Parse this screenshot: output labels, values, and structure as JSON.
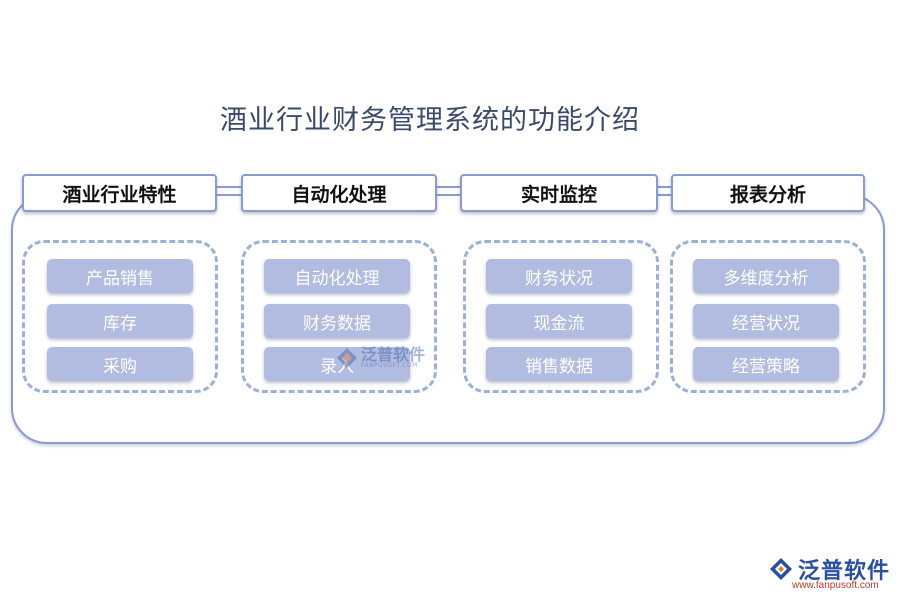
{
  "title": "酒业行业财务管理系统的功能介绍",
  "columns": [
    {
      "header": "酒业行业特性",
      "items": [
        "产品销售",
        "库存",
        "采购"
      ]
    },
    {
      "header": "自动化处理",
      "items": [
        "自动化处理",
        "财务数据",
        "录入"
      ]
    },
    {
      "header": "实时监控",
      "items": [
        "财务状况",
        "现金流",
        "销售数据"
      ]
    },
    {
      "header": "报表分析",
      "items": [
        "多维度分析",
        "经营状况",
        "经营策略"
      ]
    }
  ],
  "watermark": {
    "text": "泛普软件",
    "sub": "FANPUSOFT.COM"
  },
  "logo": {
    "text": "泛普软件",
    "url": "www.fanpusoft.com"
  }
}
